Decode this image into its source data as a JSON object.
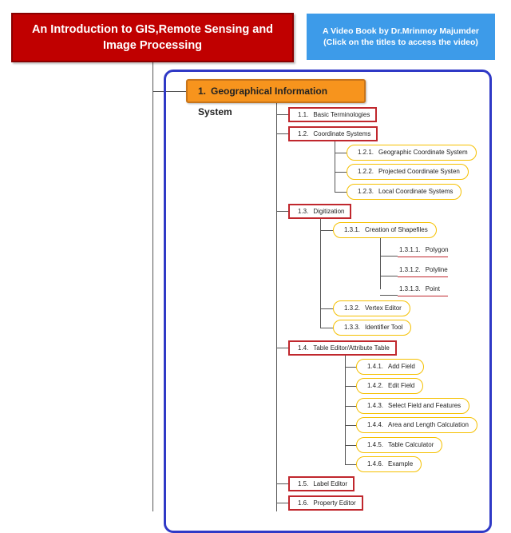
{
  "header": {
    "title": "An Introduction to GIS,Remote Sensing and Image Processing",
    "video_line1": "A Video Book by Dr.Mrinmoy Majumder",
    "video_line2": "(Click on the titles to access the video)"
  },
  "root": {
    "num": "1.",
    "label": "Geographical Information System"
  },
  "topics": {
    "t11": {
      "num": "1.1.",
      "label": "Basic Terminologies"
    },
    "t12": {
      "num": "1.2.",
      "label": "Coordinate Systems"
    },
    "t121": {
      "num": "1.2.1.",
      "label": "Geographic Coordinate System"
    },
    "t122": {
      "num": "1.2.2.",
      "label": "Projected Coordinate Systen"
    },
    "t123": {
      "num": "1.2.3.",
      "label": "Local Coordinate Systems"
    },
    "t13": {
      "num": "1.3.",
      "label": "Digitization"
    },
    "t131": {
      "num": "1.3.1.",
      "label": "Creation of Shapefiles"
    },
    "t1311": {
      "num": "1.3.1.1.",
      "label": "Polygon"
    },
    "t1312": {
      "num": "1.3.1.2.",
      "label": "Polyline"
    },
    "t1313": {
      "num": "1.3.1.3.",
      "label": "Point"
    },
    "t132": {
      "num": "1.3.2.",
      "label": "Vertex Editor"
    },
    "t133": {
      "num": "1.3.3.",
      "label": "Identifier Tool"
    },
    "t14": {
      "num": "1.4.",
      "label": "Table Editor/Attribute Table"
    },
    "t141": {
      "num": "1.4.1.",
      "label": "Add Field"
    },
    "t142": {
      "num": "1.4.2.",
      "label": "Edit Field"
    },
    "t143": {
      "num": "1.4.3.",
      "label": "Select Field and Features"
    },
    "t144": {
      "num": "1.4.4.",
      "label": "Area and Length Calculation"
    },
    "t145": {
      "num": "1.4.5.",
      "label": "Table Calculator"
    },
    "t146": {
      "num": "1.4.6.",
      "label": "Example"
    },
    "t15": {
      "num": "1.5.",
      "label": "Label Editor"
    },
    "t16": {
      "num": "1.6.",
      "label": "Property Editor"
    }
  },
  "colors": {
    "title_bg": "#c00000",
    "video_bg": "#3d9be9",
    "frame_border": "#2f39c6",
    "root_bg": "#f7941d",
    "level2_border": "#c0272d",
    "level3_border": "#f5c000"
  }
}
